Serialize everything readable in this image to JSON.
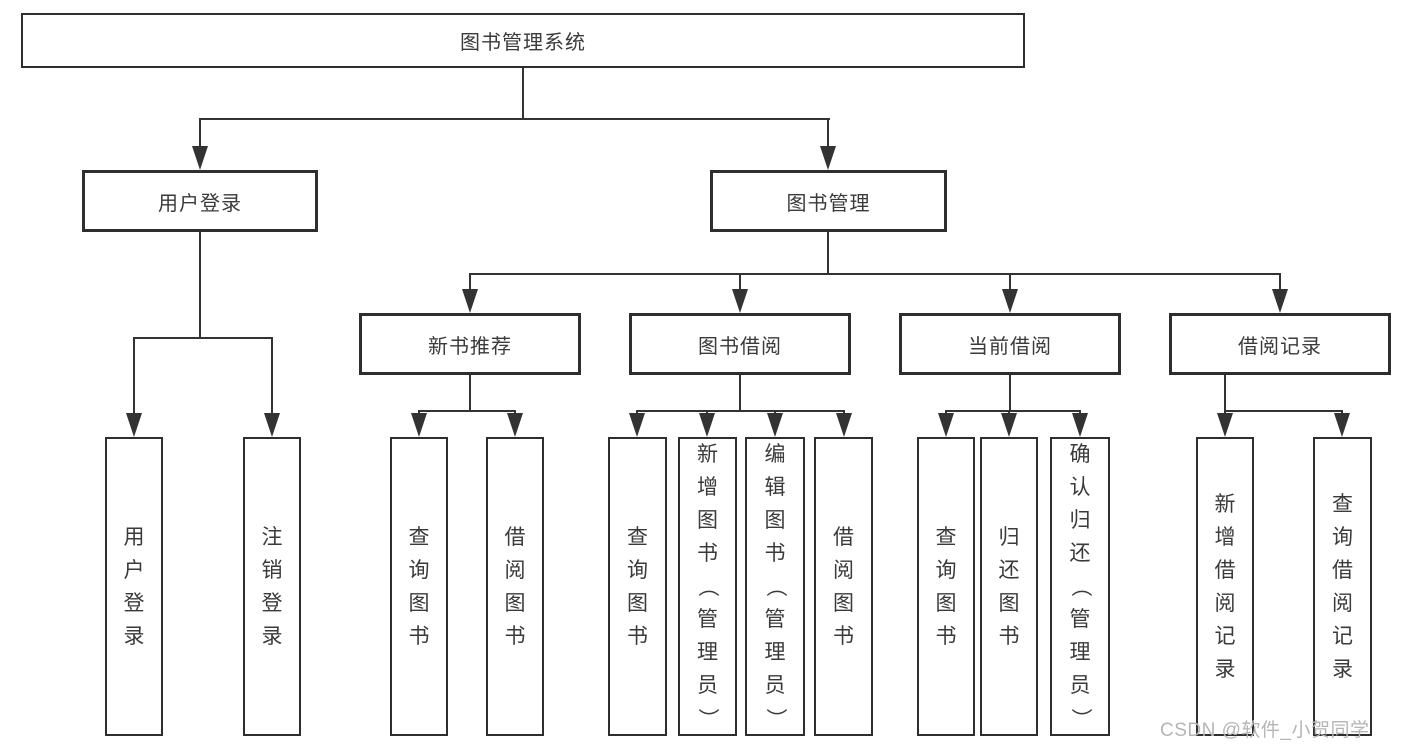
{
  "tree": {
    "root": {
      "label": "图书管理系统"
    },
    "children": [
      {
        "label": "用户登录",
        "children": [
          {
            "label": "用户登录"
          },
          {
            "label": "注销登录"
          }
        ]
      },
      {
        "label": "图书管理",
        "children": [
          {
            "label": "新书推荐",
            "children": [
              {
                "label": "查询图书"
              },
              {
                "label": "借阅图书"
              }
            ]
          },
          {
            "label": "图书借阅",
            "children": [
              {
                "label": "查询图书"
              },
              {
                "label": "新增图书（管理员）"
              },
              {
                "label": "编辑图书（管理员）"
              },
              {
                "label": "借阅图书"
              }
            ]
          },
          {
            "label": "当前借阅",
            "children": [
              {
                "label": "查询图书"
              },
              {
                "label": "归还图书"
              },
              {
                "label": "确认归还（管理员）"
              }
            ]
          },
          {
            "label": "借阅记录",
            "children": [
              {
                "label": "新增借阅记录"
              },
              {
                "label": "查询借阅记录"
              }
            ]
          }
        ]
      }
    ]
  },
  "watermark": {
    "text": "CSDN @软件_小贺同学"
  },
  "colors": {
    "line": "#333333",
    "border": "#2e2e2e",
    "text": "#3a3a3a",
    "background": "#ffffff",
    "watermark": "#b5b5b5"
  }
}
